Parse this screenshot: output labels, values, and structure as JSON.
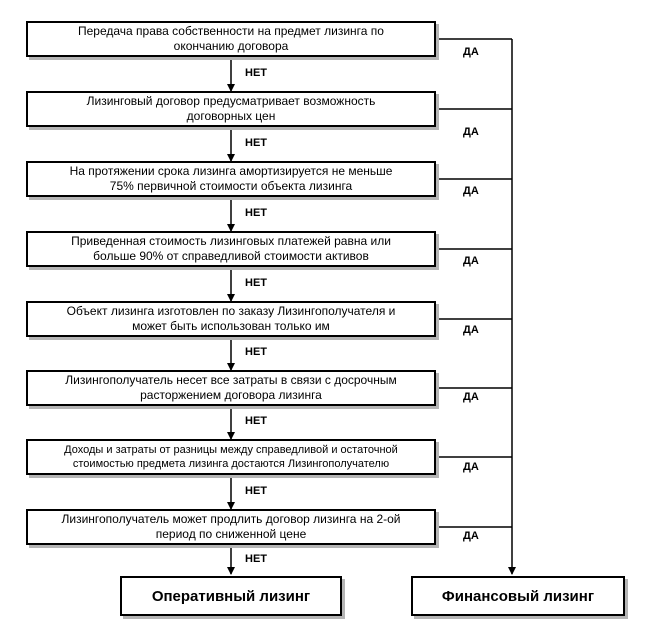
{
  "criteria": [
    {
      "line1": "Передача права собственности на предмет лизинга по",
      "line2": "окончанию договора"
    },
    {
      "line1": "Лизинговый договор предусматривает возможность",
      "line2": "договорных цен"
    },
    {
      "line1": "На протяжении срока лизинга амортизируется не меньше",
      "line2": "75%  первичной стоимости объекта лизинга"
    },
    {
      "line1": "Приведенная стоимость лизинговых платежей равна или",
      "line2": "больше 90% от справедливой стоимости активов"
    },
    {
      "line1": "Объект лизинга изготовлен по заказу Лизингополучателя и",
      "line2": "может быть использован только им"
    },
    {
      "line1": "Лизингополучатель несет все затраты в связи с досрочным",
      "line2": "расторжением договора лизинга"
    },
    {
      "line1": "Доходы и затраты от разницы между справедливой и остаточной",
      "line2": "стоимостью предмета лизинга достаются Лизингополучателю"
    },
    {
      "line1": "Лизингополучатель может  продлить договор лизинга на 2-ой",
      "line2": "период по сниженной цене"
    }
  ],
  "labels": {
    "no": "НЕТ",
    "yes": "ДА"
  },
  "results": {
    "operating": "Оперативный лизинг",
    "financial": "Финансовый лизинг"
  }
}
